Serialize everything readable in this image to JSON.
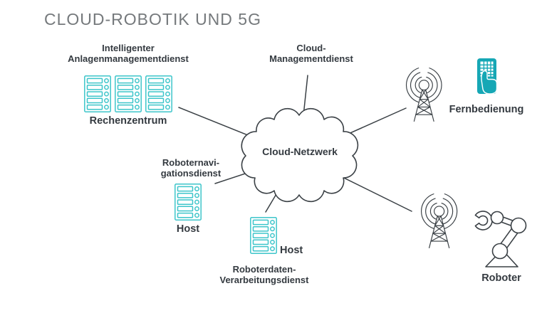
{
  "title": "CLOUD-ROBOTIK UND 5G",
  "cloud": {
    "label": "Cloud-Netzwerk"
  },
  "nodes": {
    "datacenter": {
      "service_line1": "Intelligenter",
      "service_line2": "Anlagenmanagementdienst",
      "label": "Rechenzentrum",
      "icon": "server-rack-icon"
    },
    "cloud_management": {
      "service_line1": "Cloud-",
      "service_line2": "Managementdienst"
    },
    "remote_control": {
      "label": "Fernbedienung",
      "icons": [
        "radio-tower-icon",
        "remote-control-hand-icon"
      ]
    },
    "robot_navigation": {
      "service_line1": "Roboternavi-",
      "service_line2": "gationsdienst",
      "label": "Host",
      "icon": "server-rack-icon"
    },
    "robot_data_processing": {
      "service_line1": "Roboterdaten-",
      "service_line2": "Verarbeitungsdienst",
      "label": "Host",
      "icon": "server-rack-icon"
    },
    "robot": {
      "label": "Roboter",
      "icons": [
        "radio-tower-icon",
        "robot-arm-icon"
      ]
    }
  },
  "connections": [
    {
      "from": "cloud_network",
      "to": "datacenter"
    },
    {
      "from": "cloud_network",
      "to": "cloud_management"
    },
    {
      "from": "cloud_network",
      "to": "remote_control"
    },
    {
      "from": "cloud_network",
      "to": "robot_navigation"
    },
    {
      "from": "cloud_network",
      "to": "robot_data_processing"
    },
    {
      "from": "cloud_network",
      "to": "robot"
    }
  ],
  "colors": {
    "rack_teal": "#3cc5ca",
    "device_teal": "#16a7b5",
    "outline_dark": "#3a4045",
    "label_text": "#343a40",
    "title_gray": "#75797c",
    "background": "#ffffff"
  }
}
